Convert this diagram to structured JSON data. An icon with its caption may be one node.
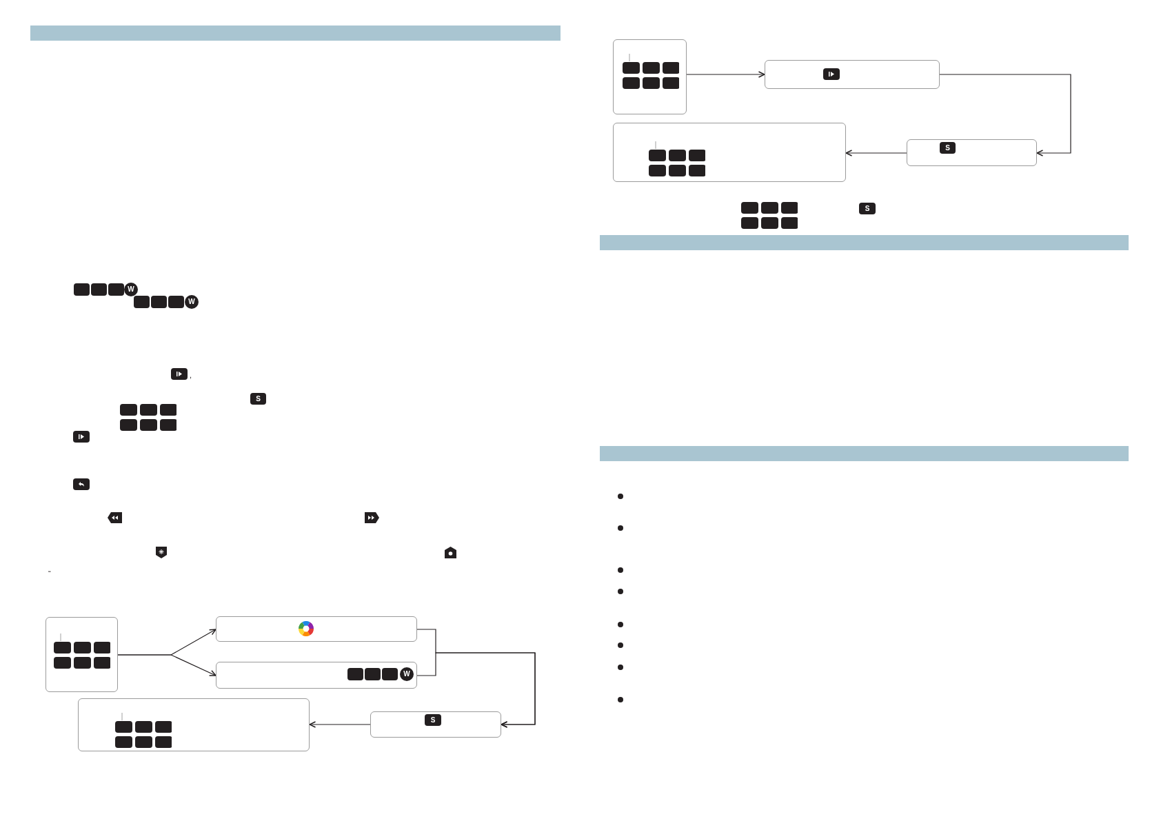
{
  "diagram": {
    "nodes": [
      {
        "text": [],
        "shape": "box"
      },
      {
        "text": [],
        "shape": "box"
      },
      {
        "text": [
          "W"
        ]
      },
      {
        "text": [
          "S"
        ]
      },
      {
        "text": [],
        "shape": "box"
      },
      {
        "text": [],
        "shape": "box"
      },
      {
        "text": [],
        "shape": "box"
      },
      {
        "text": [
          "S"
        ]
      },
      {
        "text": [],
        "shape": "box"
      }
    ],
    "edges": [
      {
        "from": 0,
        "to": 1,
        "arrow": "to"
      },
      {
        "from": 0,
        "to": 2,
        "arrow": "to"
      },
      {
        "from": 1,
        "to": 3,
        "arrow": "to"
      },
      {
        "from": 2,
        "to": 3,
        "arrow": "to"
      },
      {
        "from": 3,
        "to": 4,
        "arrow": "to"
      },
      {
        "from": 5,
        "to": 6,
        "arrow": "to"
      },
      {
        "from": 6,
        "to": 7,
        "arrow": "to"
      },
      {
        "from": 7,
        "to": 8,
        "arrow": "to"
      }
    ],
    "labels": [
      "W",
      "W",
      ",",
      "S",
      "“",
      "S"
    ]
  }
}
